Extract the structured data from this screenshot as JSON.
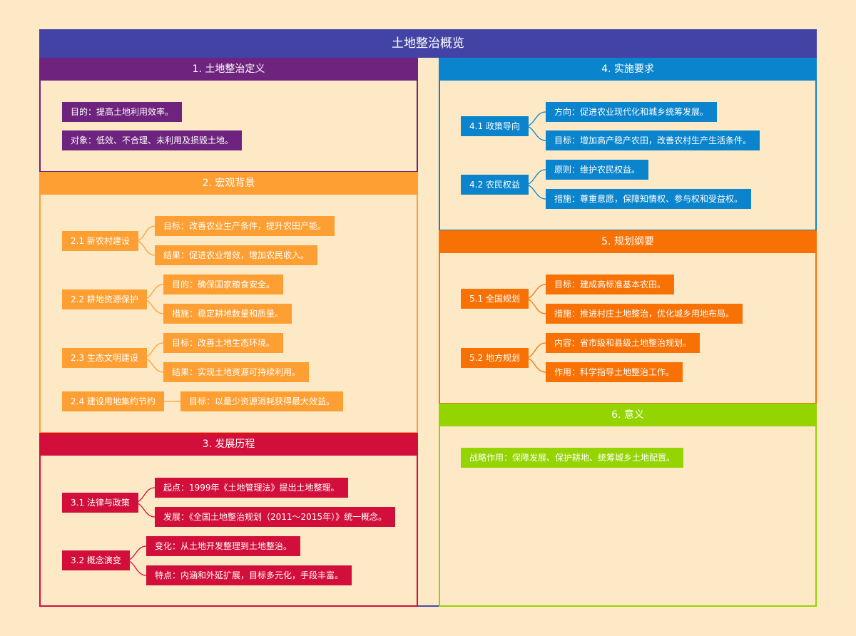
{
  "title": "土地整治概览",
  "colors": {
    "title": "#4343a6",
    "sec1": "#6e237e",
    "sec2": "#fd9f33",
    "sec3": "#d20f3a",
    "sec4": "#0a84cc",
    "sec5": "#f87104",
    "sec6": "#94d400"
  },
  "sections": {
    "s1": {
      "title": "1. 土地整治定义",
      "items": [
        "目的：提高土地利用效率。",
        "对象：低效、不合理、未利用及损毁土地。"
      ]
    },
    "s2": {
      "title": "2. 宏观背景",
      "groups": [
        {
          "label": "2.1 新农村建设",
          "items": [
            "目标：改善农业生产条件，提升农田产能。",
            "结果：促进农业增效，增加农民收入。"
          ]
        },
        {
          "label": "2.2 耕地资源保护",
          "items": [
            "目的：确保国家粮食安全。",
            "措施：稳定耕地数量和质量。"
          ]
        },
        {
          "label": "2.3 生态文明建设",
          "items": [
            "目标：改善土地生态环境。",
            "结果：实现土地资源可持续利用。"
          ]
        },
        {
          "label": "2.4 建设用地集约节约",
          "items": [
            "目标：以最少资源消耗获得最大效益。"
          ]
        }
      ]
    },
    "s3": {
      "title": "3. 发展历程",
      "groups": [
        {
          "label": "3.1 法律与政策",
          "items": [
            "起点：1999年《土地管理法》提出土地整理。",
            "发展：《全国土地整治规划（2011～2015年）》统一概念。"
          ]
        },
        {
          "label": "3.2 概念演变",
          "items": [
            "变化：从土地开发整理到土地整治。",
            "特点：内涵和外延扩展，目标多元化，手段丰富。"
          ]
        }
      ]
    },
    "s4": {
      "title": "4. 实施要求",
      "groups": [
        {
          "label": "4.1 政策导向",
          "items": [
            "方向：促进农业现代化和城乡统筹发展。",
            "目标：增加高产稳产农田，改善农村生产生活条件。"
          ]
        },
        {
          "label": "4.2 农民权益",
          "items": [
            "原则：维护农民权益。",
            "措施：尊重意愿，保障知情权、参与权和受益权。"
          ]
        }
      ]
    },
    "s5": {
      "title": "5. 规划纲要",
      "groups": [
        {
          "label": "5.1 全国规划",
          "items": [
            "目标：建成高标准基本农田。",
            "措施：推进村庄土地整治，优化城乡用地布局。"
          ]
        },
        {
          "label": "5.2 地方规划",
          "items": [
            "内容：省市级和县级土地整治规划。",
            "作用：科学指导土地整治工作。"
          ]
        }
      ]
    },
    "s6": {
      "title": "6. 意义",
      "items": [
        "战略作用：保障发展、保护耕地、统筹城乡土地配置。"
      ]
    }
  }
}
